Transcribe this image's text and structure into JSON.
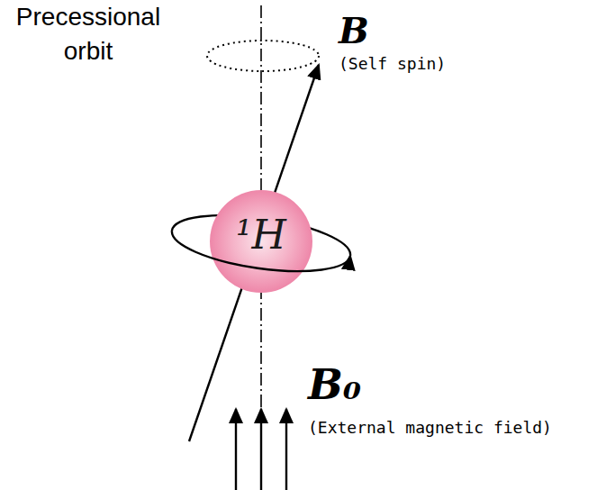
{
  "diagram": {
    "nodes": [
      {
        "text": [
          "¹H"
        ]
      }
    ],
    "labels": [
      "Precessional orbit",
      "B",
      "(Self spin)",
      "B₀",
      "(External magnetic field)"
    ]
  }
}
